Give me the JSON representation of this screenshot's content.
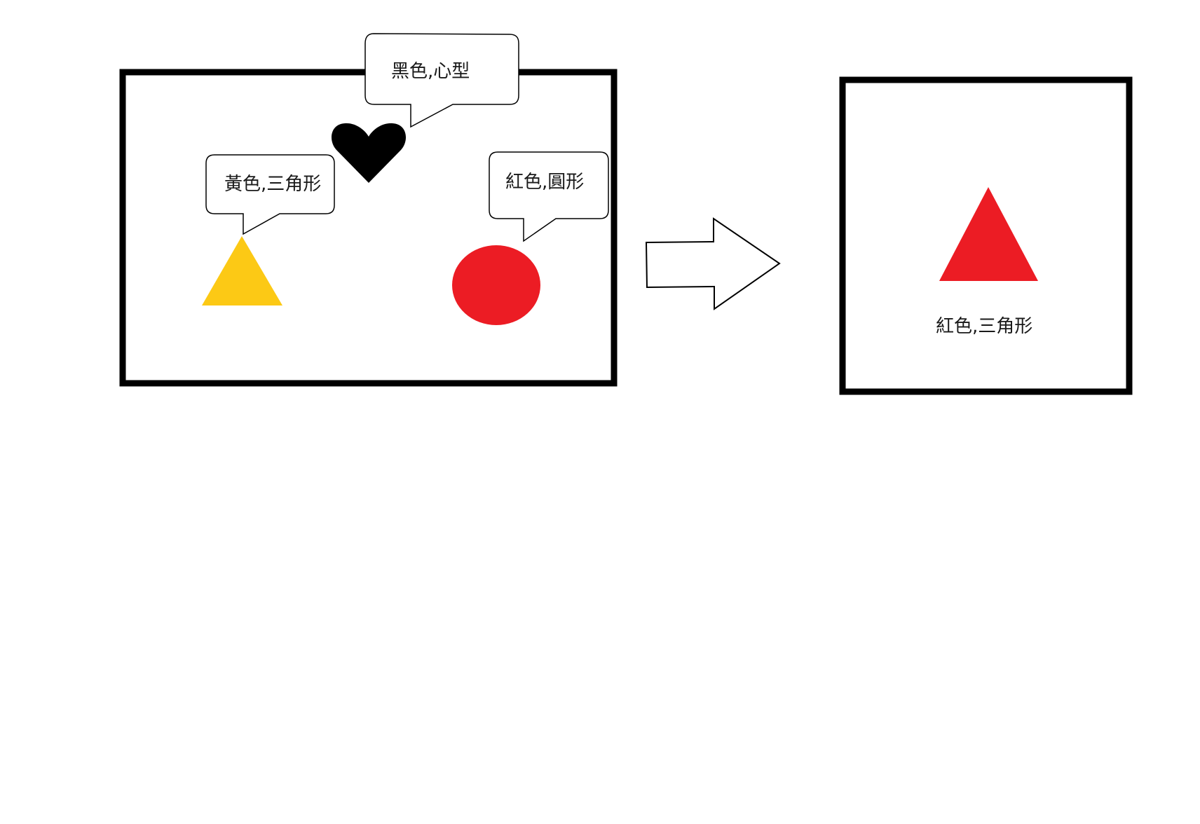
{
  "input_panel": {
    "shapes": [
      {
        "id": "heart",
        "label": "黑色,心型",
        "color": "#000000",
        "icon": "heart-icon"
      },
      {
        "id": "triangle",
        "label": "黃色,三角形",
        "color": "#fcc915",
        "icon": "triangle-icon"
      },
      {
        "id": "circle",
        "label": "紅色,圓形",
        "color": "#ec1c24",
        "icon": "circle-icon"
      }
    ]
  },
  "arrow": {
    "icon": "arrow-right-icon"
  },
  "output_panel": {
    "shape": {
      "label": "紅色,三角形",
      "color": "#ec1c24",
      "icon": "triangle-icon"
    }
  }
}
